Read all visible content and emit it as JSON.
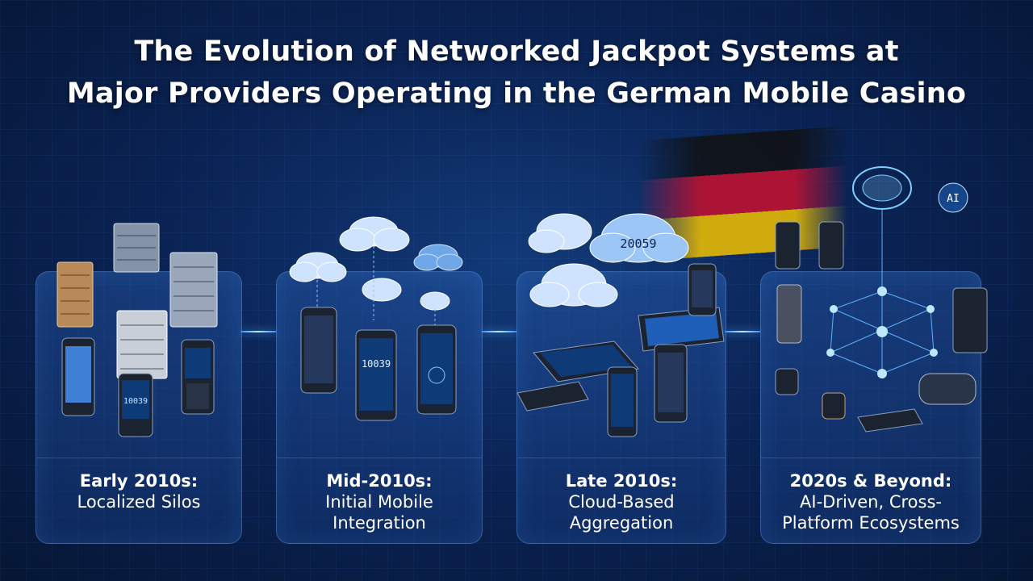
{
  "title_line1": "The Evolution of Networked Jackpot Systems at",
  "title_line2": "Major Providers Operating in the German Mobile Casino",
  "stages": [
    {
      "era": "Early 2010s:",
      "desc_line1": "Localized Silos",
      "desc_line2": "",
      "screen_text": "10039"
    },
    {
      "era": "Mid-2010s:",
      "desc_line1": "Initial Mobile",
      "desc_line2": "Integration",
      "screen_text": "10039"
    },
    {
      "era": "Late 2010s:",
      "desc_line1": "Cloud-Based",
      "desc_line2": "Aggregation",
      "screen_text": "20059"
    },
    {
      "era": "2020s & Beyond:",
      "desc_line1": "AI-Driven, Cross-",
      "desc_line2": "Platform Ecosystems",
      "screen_text": "AI"
    }
  ],
  "colors": {
    "accent": "#2f8cff",
    "glow": "#7fd0ff",
    "flag_black": "#111111",
    "flag_red": "#c8102e",
    "flag_gold": "#f2c200"
  }
}
